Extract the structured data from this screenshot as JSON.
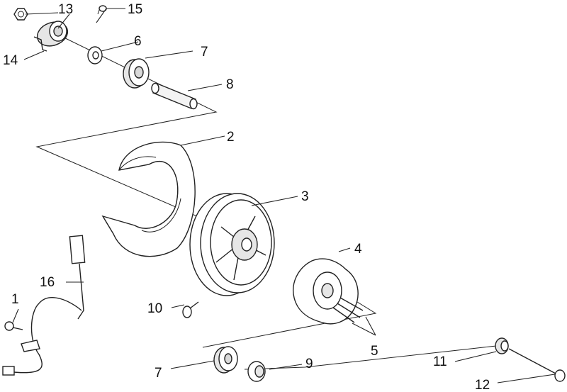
{
  "callouts": [
    {
      "id": "c1",
      "text": "1"
    },
    {
      "id": "c2",
      "text": "2"
    },
    {
      "id": "c3",
      "text": "3"
    },
    {
      "id": "c4",
      "text": "4"
    },
    {
      "id": "c5",
      "text": "5"
    },
    {
      "id": "c6",
      "text": "6"
    },
    {
      "id": "c7a",
      "text": "7"
    },
    {
      "id": "c7b",
      "text": "7"
    },
    {
      "id": "c8",
      "text": "8"
    },
    {
      "id": "c9",
      "text": "9"
    },
    {
      "id": "c10",
      "text": "10"
    },
    {
      "id": "c11",
      "text": "11"
    },
    {
      "id": "c12",
      "text": "12"
    },
    {
      "id": "c13",
      "text": "13"
    },
    {
      "id": "c14",
      "text": "14"
    },
    {
      "id": "c15",
      "text": "15"
    },
    {
      "id": "c16",
      "text": "16"
    }
  ],
  "colors": {
    "ink": "#222222",
    "part_fill": "#ffffff",
    "shade": "#d9d9d9",
    "background": "#ffffff"
  }
}
